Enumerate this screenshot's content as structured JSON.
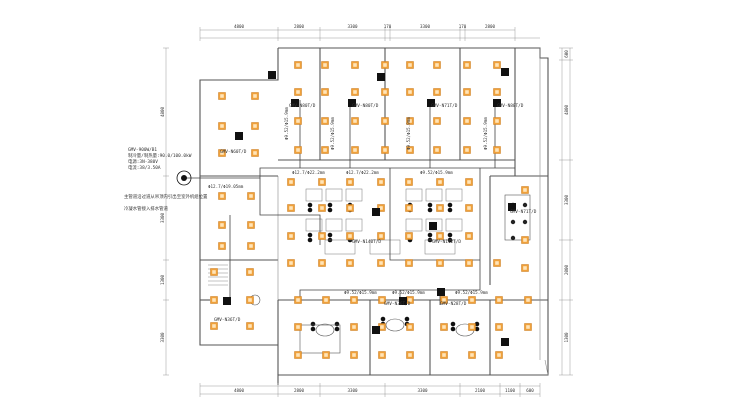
{
  "drawing": {
    "dimensions_top": [
      "4800",
      "2800",
      "3300",
      "170",
      "3300",
      "170",
      "2800"
    ],
    "dimensions_bottom": [
      "4800",
      "2800",
      "3300",
      "3300",
      "2100",
      "1100",
      "600"
    ],
    "dimensions_left": [
      "4800",
      "3300",
      "1300",
      "3300"
    ],
    "dimensions_right": [
      "600",
      "4800",
      "3300",
      "2000",
      "1300"
    ],
    "outdoor_unit_note": [
      "GMV-900W/B1",
      "制冷量/制热量:90.0/100.0kW",
      "电源:3N-380V",
      "电流:38/3.50A"
    ],
    "note_lines": [
      "主管道沿过道从吊顶内引出至室外机组位置",
      "冷凝水管接入排水管道"
    ],
    "indoor_units": [
      "GMV-N60T/D",
      "GMV-N80T/D",
      "GMV-N80T/D",
      "GMV-N71T/D",
      "GMV-N80T/D",
      "GMV-N140T/D",
      "GMV-N112T/D",
      "GMV-N71T/D",
      "GMV-N36T/D",
      "GMV-N36T/D",
      "GMV-N28T/D"
    ],
    "pipe_labels": [
      "Φ12.7/Φ19.05mm",
      "Φ12.7/Φ22.2mm",
      "Φ12.7/Φ22.2mm",
      "Φ9.52/Φ15.9mm",
      "Φ9.52/Φ15.9mm",
      "Φ9.52/Φ15.9mm",
      "Φ9.52/Φ15.9mm",
      "Φ9.52/Φ15.9mm",
      "Φ9.52/Φ15.9mm",
      "Φ9.52/Φ15.9mm",
      "Φ9.52/Φ15.9mm"
    ]
  }
}
